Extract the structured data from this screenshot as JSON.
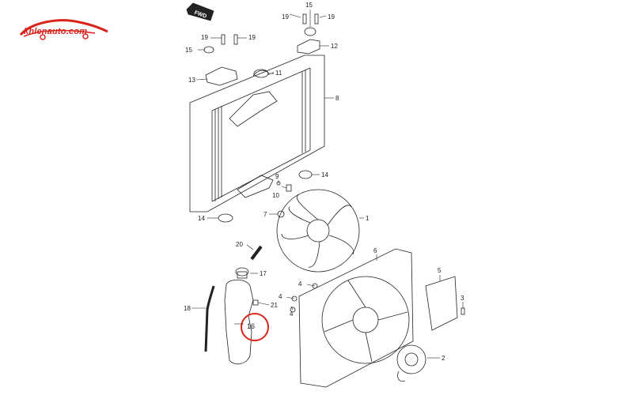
{
  "logo": {
    "text": "khlenauto.com",
    "color": "#d9241c"
  },
  "fwd_label": "FWD",
  "callouts": [
    {
      "n": "1"
    },
    {
      "n": "2"
    },
    {
      "n": "3"
    },
    {
      "n": "4"
    },
    {
      "n": "4"
    },
    {
      "n": "4"
    },
    {
      "n": "6"
    },
    {
      "n": "5"
    },
    {
      "n": "7"
    },
    {
      "n": "8"
    },
    {
      "n": "9"
    },
    {
      "n": "10"
    },
    {
      "n": "11"
    },
    {
      "n": "12"
    },
    {
      "n": "13"
    },
    {
      "n": "14"
    },
    {
      "n": "14"
    },
    {
      "n": "15"
    },
    {
      "n": "15"
    },
    {
      "n": "16"
    },
    {
      "n": "17"
    },
    {
      "n": "18"
    },
    {
      "n": "19"
    },
    {
      "n": "19"
    },
    {
      "n": "19"
    },
    {
      "n": "19"
    },
    {
      "n": "20"
    },
    {
      "n": "21"
    }
  ],
  "highlight": {
    "part": "16",
    "color": "#d9241c"
  }
}
